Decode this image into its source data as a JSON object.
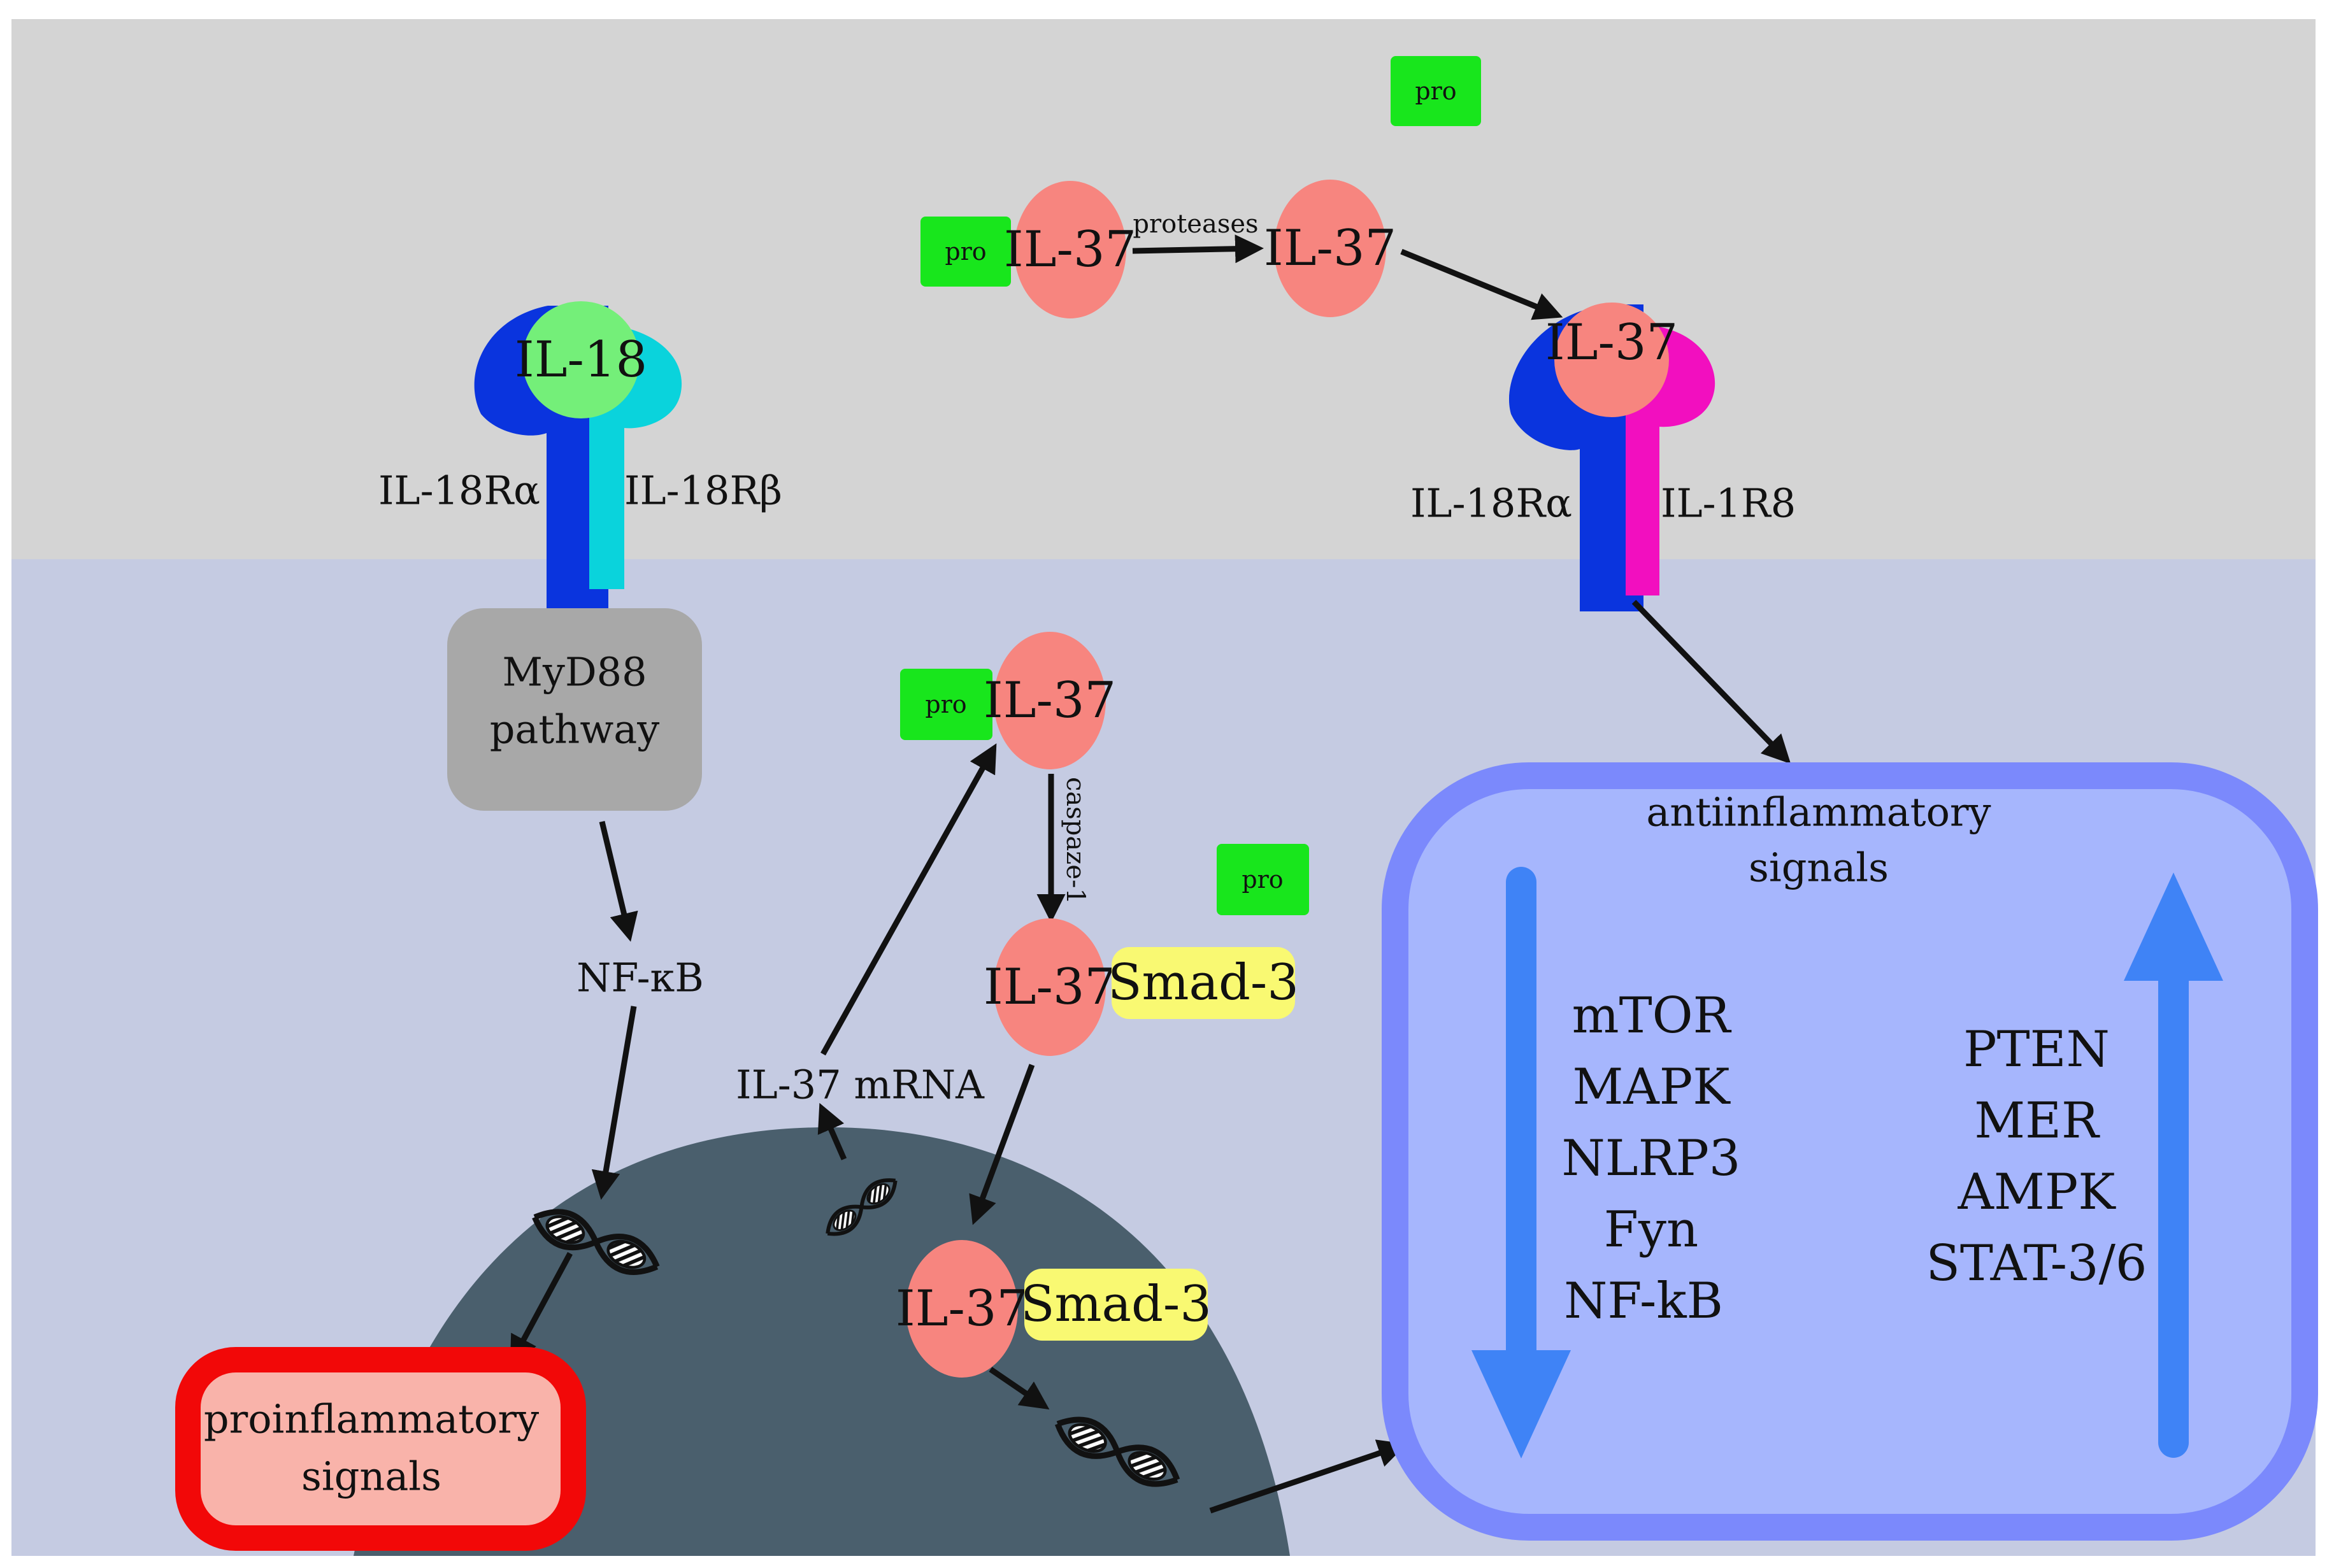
{
  "colors": {
    "extracellular": "#d4d4d4",
    "cytoplasm": "#c5cbe2",
    "nucleus": "#4a5f6d",
    "pro_green": "#18e61c",
    "il37_salmon": "#f7857f",
    "il18_green": "#74ef79",
    "receptor_dark_blue": "#0a34de",
    "receptor_cyan": "#0ad3dc",
    "receptor_magenta": "#f20fbf",
    "smad_yellow": "#f9f972",
    "myd88_grey": "#a8a8a8",
    "anti_box_fill": "#a6b6fd",
    "anti_box_border": "#7b89fc",
    "anti_arrow": "#3f83f6",
    "pro_box_fill": "#f9b3aa",
    "pro_box_border": "#f20808"
  },
  "icons": {
    "dna": "dna-helix-icon"
  },
  "left_receptor": {
    "ligand": "IL-18",
    "alpha_label": "IL-18Rα",
    "beta_label": "IL-18Rβ",
    "pathway_line1": "MyD88",
    "pathway_line2": "pathway",
    "nfkb": "NF-κB",
    "pro_signals_line1": "proinflammatory",
    "pro_signals_line2": "signals"
  },
  "extracellular_il37": {
    "pro_top": "pro",
    "pro_label": "pro",
    "il37_precursor": "IL-37",
    "proteases": "proteases",
    "il37_mature": "IL-37"
  },
  "right_receptor": {
    "ligand": "IL-37",
    "alpha_label": "IL-18Rα",
    "r8_label": "IL-1R8"
  },
  "intracellular_il37": {
    "pro_label": "pro",
    "il37_precursor": "IL-37",
    "caspase": "caspaze-1",
    "pro_free": "pro",
    "il37_smad_a": "IL-37",
    "smad_a": "Smad-3",
    "il37_smad_b": "IL-37",
    "smad_b": "Smad-3",
    "mrna": "IL-37 mRNA"
  },
  "anti_signals": {
    "title_line1": "antiinflammatory",
    "title_line2": "signals",
    "down_items": [
      "mTOR",
      "MAPK",
      "NLRP3",
      "Fyn",
      "NF-kB"
    ],
    "up_items": [
      "PTEN",
      "MER",
      "AMPK",
      "STAT-3/6"
    ]
  }
}
